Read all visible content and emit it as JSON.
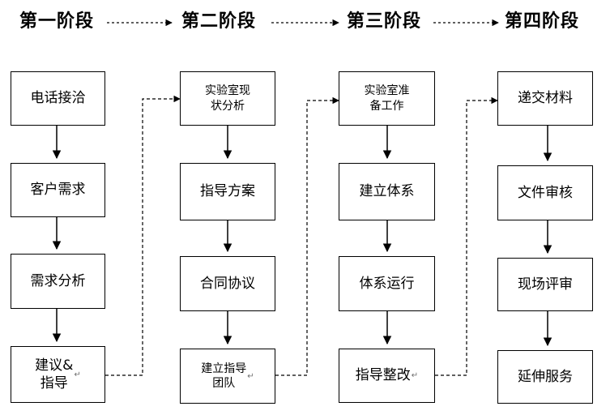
{
  "stages": [
    "第一阶段",
    "第二阶段",
    "第三阶段",
    "第四阶段"
  ],
  "columns": [
    [
      "电话接洽",
      "客户需求",
      "需求分析",
      "建议&\n指导"
    ],
    [
      "实验室现\n状分析",
      "指导方案",
      "合同协议",
      "建立指导\n团队"
    ],
    [
      "实验室准\n备工作",
      "建立体系",
      "体系运行",
      "指导整改"
    ],
    [
      "递交材料",
      "文件审核",
      "现场评审",
      "延伸服务"
    ]
  ]
}
